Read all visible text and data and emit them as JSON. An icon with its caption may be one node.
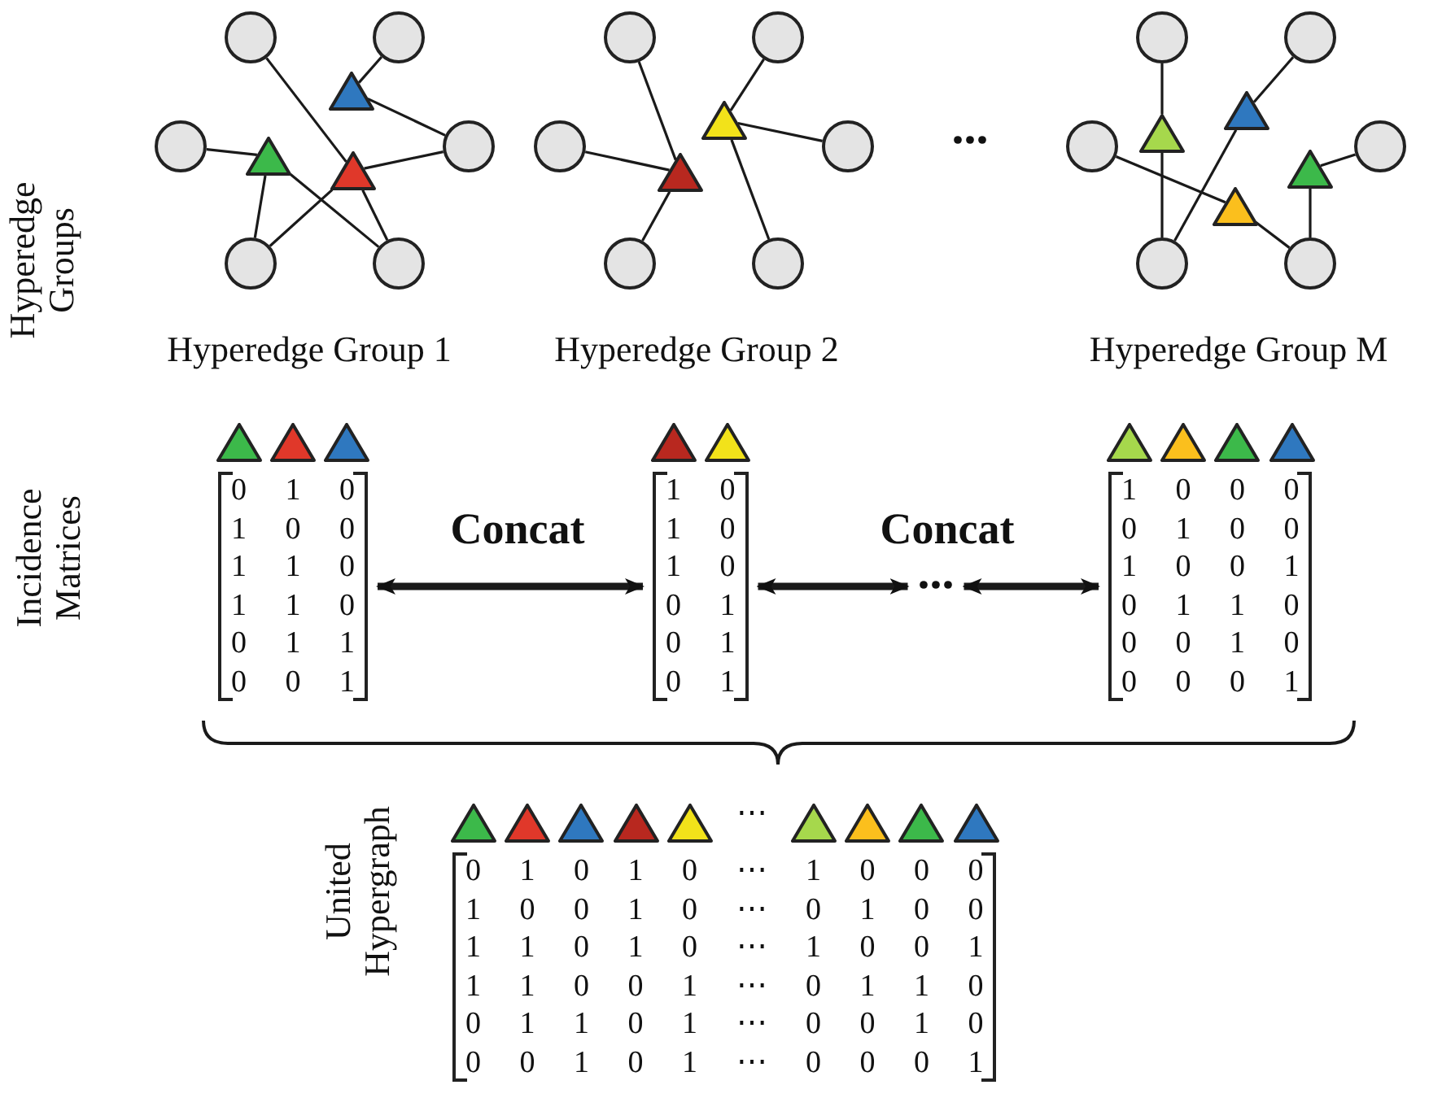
{
  "diagram": {
    "nodes": [
      {
        "text": [],
        "shape": "circle"
      },
      {
        "text": [],
        "shape": "circle"
      },
      {
        "text": [],
        "shape": "circle"
      },
      {
        "text": [],
        "shape": "circle"
      },
      {
        "text": [],
        "shape": "circle"
      },
      {
        "text": [],
        "shape": "circle"
      },
      {
        "text": [],
        "shape": "triangle"
      },
      {
        "text": [],
        "shape": "triangle"
      },
      {
        "text": [],
        "shape": "triangle"
      },
      {
        "text": [],
        "shape": "circle"
      },
      {
        "text": [],
        "shape": "circle"
      },
      {
        "text": [],
        "shape": "circle"
      },
      {
        "text": [],
        "shape": "circle"
      },
      {
        "text": [],
        "shape": "circle"
      },
      {
        "text": [],
        "shape": "circle"
      },
      {
        "text": [],
        "shape": "triangle"
      },
      {
        "text": [],
        "shape": "triangle"
      },
      {
        "text": [],
        "shape": "circle"
      },
      {
        "text": [],
        "shape": "circle"
      },
      {
        "text": [],
        "shape": "circle"
      },
      {
        "text": [],
        "shape": "circle"
      },
      {
        "text": [],
        "shape": "circle"
      },
      {
        "text": [],
        "shape": "circle"
      },
      {
        "text": [],
        "shape": "triangle"
      },
      {
        "text": [],
        "shape": "triangle"
      },
      {
        "text": [],
        "shape": "triangle"
      },
      {
        "text": [],
        "shape": "triangle"
      },
      {
        "text": [
          "0 1 0",
          "1 0 0",
          "1 1 0",
          "1 1 0",
          "0 1 1",
          "0 0 1"
        ]
      },
      {
        "text": [
          "1 0",
          "1 0",
          "1 0",
          "0 1",
          "0 1",
          "0 1"
        ]
      },
      {
        "text": [
          "..."
        ]
      },
      {
        "text": [
          "1 0 0 0",
          "0 1 0 0",
          "1 0 0 1",
          "0 1 1 0",
          "0 0 1 0",
          "0 0 0 1"
        ]
      },
      {
        "text": [
          "0 1 0 1 0 ⋯ 1 0 0 0",
          "1 0 0 1 0 ⋯ 0 1 0 0",
          "1 1 0 1 0 ⋯ 1 0 0 1",
          "1 1 0 0 1 ⋯ 0 1 1 0",
          "0 1 1 0 1 ⋯ 0 0 1 0",
          "0 0 1 0 1 ⋯ 0 0 0 1"
        ]
      }
    ],
    "edges": [
      {
        "from": 0,
        "to": 8,
        "arrow": "none"
      },
      {
        "from": 1,
        "to": 6,
        "arrow": "none"
      },
      {
        "from": 6,
        "to": 3,
        "arrow": "none"
      },
      {
        "from": 2,
        "to": 7,
        "arrow": "none"
      },
      {
        "from": 7,
        "to": 4,
        "arrow": "none"
      },
      {
        "from": 7,
        "to": 5,
        "arrow": "none"
      },
      {
        "from": 8,
        "to": 3,
        "arrow": "none"
      },
      {
        "from": 8,
        "to": 4,
        "arrow": "none"
      },
      {
        "from": 8,
        "to": 5,
        "arrow": "none"
      },
      {
        "from": 9,
        "to": 16,
        "arrow": "none"
      },
      {
        "from": 11,
        "to": 16,
        "arrow": "none"
      },
      {
        "from": 16,
        "to": 13,
        "arrow": "none"
      },
      {
        "from": 10,
        "to": 15,
        "arrow": "none"
      },
      {
        "from": 15,
        "to": 12,
        "arrow": "none"
      },
      {
        "from": 15,
        "to": 14,
        "arrow": "none"
      },
      {
        "from": 17,
        "to": 24,
        "arrow": "none"
      },
      {
        "from": 24,
        "to": 21,
        "arrow": "none"
      },
      {
        "from": 19,
        "to": 26,
        "arrow": "none"
      },
      {
        "from": 26,
        "to": 22,
        "arrow": "none"
      },
      {
        "from": 18,
        "to": 23,
        "arrow": "none"
      },
      {
        "from": 23,
        "to": 21,
        "arrow": "none"
      },
      {
        "from": 25,
        "to": 20,
        "arrow": "none"
      },
      {
        "from": 25,
        "to": 22,
        "arrow": "none"
      },
      {
        "from": 27,
        "to": 28,
        "arrow": "both",
        "label": "Concat",
        "style": "thick"
      },
      {
        "from": 28,
        "to": 29,
        "arrow": "both",
        "label": "Concat",
        "style": "thick"
      },
      {
        "from": 29,
        "to": 30,
        "arrow": "both",
        "style": "thick"
      }
    ],
    "labels": [
      "Hyperedge Groups",
      "Hyperedge Group 1",
      "Hyperedge Group 2",
      "...",
      "Hyperedge Group M",
      "Incidence Matrices",
      "⋯",
      "United Hypergraph"
    ]
  }
}
